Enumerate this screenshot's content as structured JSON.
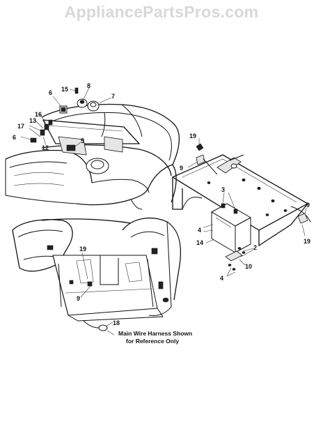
{
  "watermark": "AppliancePartsPros.com",
  "callouts": {
    "c2": "2",
    "c3": "3",
    "c4a": "4",
    "c4b": "4",
    "c5": "5",
    "c6a": "6",
    "c6b": "6",
    "c7": "7",
    "c8": "8",
    "c9a": "9",
    "c9b": "9",
    "c10": "10",
    "c12": "12",
    "c13": "13",
    "c14": "14",
    "c15": "15",
    "c16": "16",
    "c17": "17",
    "c18": "18",
    "c19a": "19",
    "c19b": "19",
    "c19c": "19"
  },
  "note": {
    "line1": "Main Wire Harness Shown",
    "line2": "for Reference Only"
  }
}
